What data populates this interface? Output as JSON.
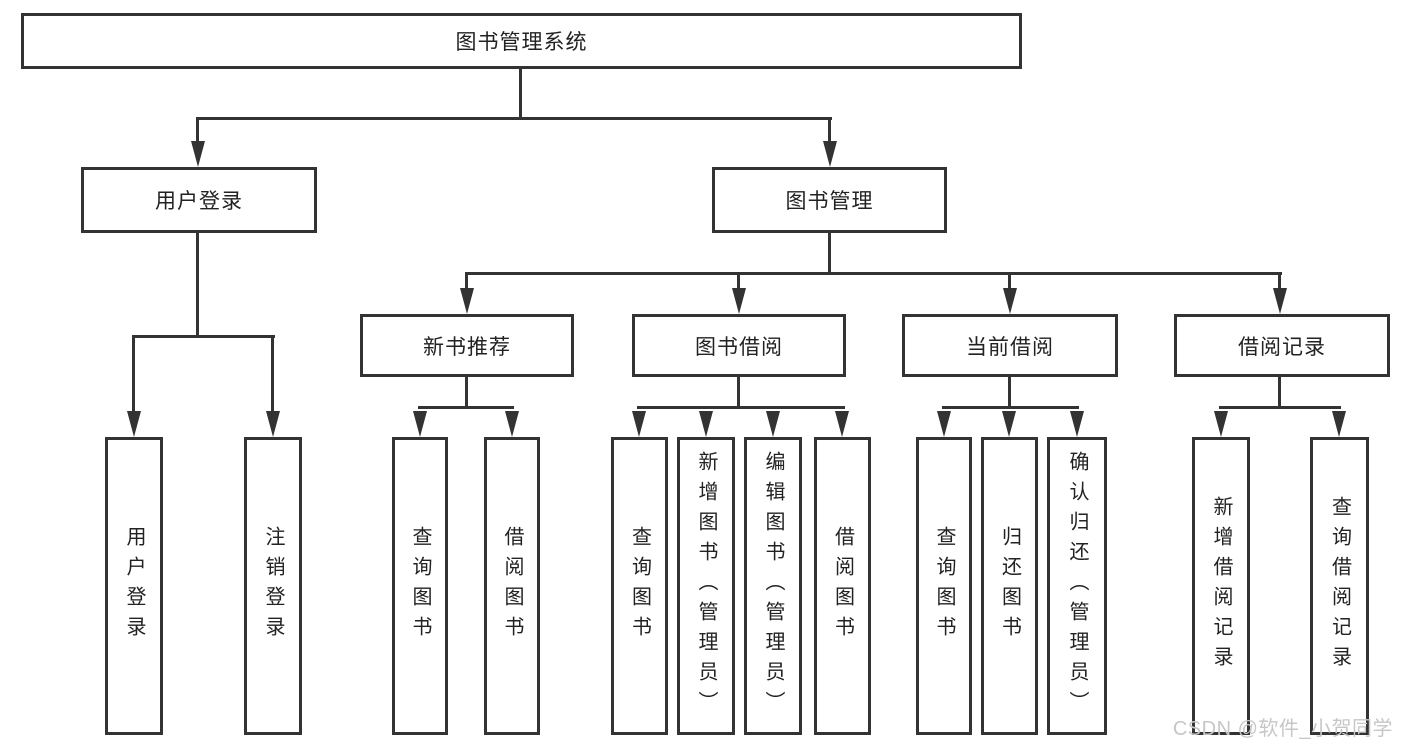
{
  "nodes": {
    "root": "图书管理系统",
    "user_login": "用户登录",
    "book_management": "图书管理",
    "new_book_recommend": "新书推荐",
    "book_borrow": "图书借阅",
    "current_borrow": "当前借阅",
    "borrow_records": "借阅记录",
    "leaf_user_login": "用户登录",
    "leaf_logout": "注销登录",
    "leaf_query_book_rec": "查询图书",
    "leaf_borrow_book_rec": "借阅图书",
    "leaf_query_book_borrow": "查询图书",
    "leaf_add_book_admin": "新增图书（管理员）",
    "leaf_edit_book_admin": "编辑图书（管理员）",
    "leaf_borrow_book_borrow": "借阅图书",
    "leaf_query_book_current": "查询图书",
    "leaf_return_book": "归还图书",
    "leaf_confirm_return_admin": "确认归还（管理员）",
    "leaf_add_borrow_record": "新增借阅记录",
    "leaf_query_borrow_record": "查询借阅记录"
  },
  "watermark": "CSDN @软件_小贺同学",
  "colors": {
    "line": "#333333",
    "text": "#222222",
    "background": "#ffffff",
    "watermark": "#c7c7c7"
  }
}
